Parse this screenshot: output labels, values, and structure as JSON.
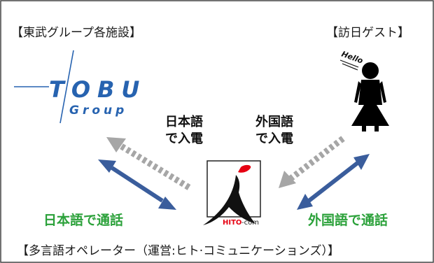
{
  "labels": {
    "tobu_group": "【東武グループ各施設】",
    "guest": "【訪日ゲスト】",
    "operator": "【多言語オペレーター（運営:ヒト·コミュニケーションズ）】"
  },
  "calls": {
    "japanese_incoming": [
      "日本語",
      "で入電"
    ],
    "foreign_incoming": [
      "外国語",
      "で入電"
    ],
    "japanese_talk": "日本語で通話",
    "foreign_talk": "外国語で通話"
  },
  "logos": {
    "tobu_main": "TOBU",
    "tobu_sub": "Group",
    "hito_red": "HITO",
    "hito_rest": "-com"
  },
  "speech": "Hello",
  "colors": {
    "dashed_arrow": "#a6a6a6",
    "double_arrow": "#3a5d9c",
    "green_text": "#2ba13a",
    "tobu_blue": "#2763b0",
    "hito_red": "#e60012"
  }
}
